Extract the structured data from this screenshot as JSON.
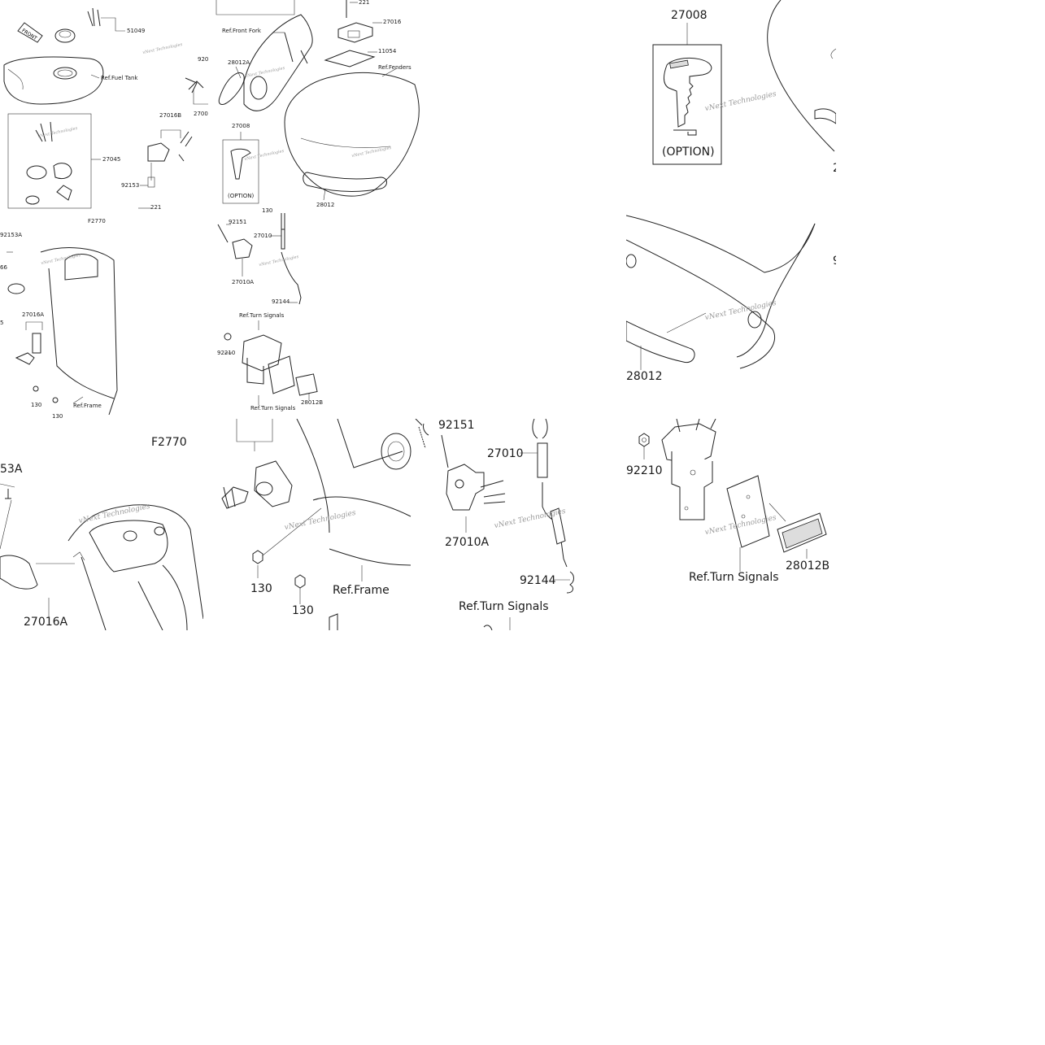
{
  "diagram": {
    "figure_code": "F2770",
    "watermark": "vNext Technologies",
    "thumb_labels": {
      "p51049": "51049",
      "ref_fuel_tank": "Ref.Fuel Tank",
      "p27045": "27045",
      "p27016B": "27016B",
      "p92153": "92153",
      "p221_bottom": "221",
      "p920": "920",
      "p2700": "2700",
      "ref_front_fork": "Ref.Front Fork",
      "p28012A": "28012A",
      "p221_top": "221",
      "p27016": "27016",
      "p11054": "11054",
      "ref_fenders": "Ref.Fenders",
      "p27008": "27008",
      "option": "(OPTION)",
      "p28012": "28012",
      "p130_top": "130",
      "fig_code": "F2770",
      "p92153A": "92153A",
      "p66": "66",
      "p5": "5",
      "p27016A": "27016A",
      "p130_a": "130",
      "p130_b": "130",
      "ref_frame": "Ref.Frame",
      "p92151": "92151",
      "p27010": "27010",
      "p27010A": "27010A",
      "p92144": "92144",
      "ref_turn_signals_top": "Ref.Turn Signals",
      "p92210": "92210",
      "ref_turn_signals_bottom": "Ref.Turn Signals",
      "p28012B": "28012B"
    },
    "zoom_key": {
      "part": "27008",
      "option": "(OPTION)"
    },
    "zoom_fender": {
      "part": "28012",
      "cut_label": "9"
    },
    "zoom_turn_signal": {
      "part_nut": "92210",
      "part_reflector": "28012B",
      "ref": "Ref.Turn Signals"
    },
    "zoom_frame_left": {
      "part_bolt": "53A",
      "fig_code": "F2770",
      "part_switch": "27016A"
    },
    "zoom_frame_center": {
      "part_a": "130",
      "part_b": "130",
      "ref": "Ref.Frame"
    },
    "zoom_switch": {
      "part_spring": "92151",
      "part_sensor": "27010",
      "part_switch": "27010A",
      "part_spring2": "92144",
      "ref": "Ref.Turn Signals"
    },
    "zoom_cut_label": "2"
  }
}
